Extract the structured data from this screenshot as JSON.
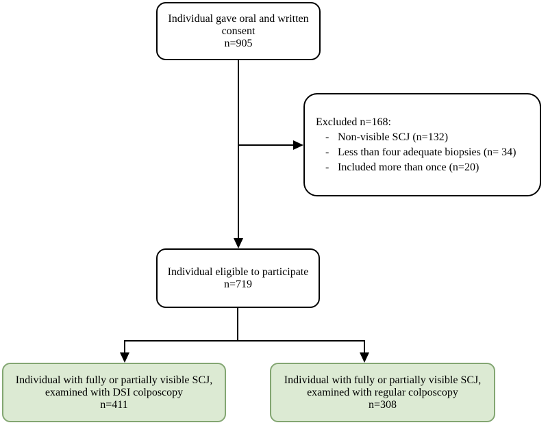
{
  "diagram": {
    "kind": "consort-flowchart",
    "colors": {
      "background": "#ffffff",
      "text": "#000000",
      "connector": "#000000",
      "plain_box_border": "#000000",
      "plain_box_fill": "#ffffff",
      "green_box_border": "#83a672",
      "green_box_fill": "#dcead3"
    }
  },
  "nodes": {
    "consent": {
      "line1": "Individual gave oral and written",
      "line2": "consent",
      "count": "n=905"
    },
    "excluded": {
      "title": "Excluded n=168:",
      "bullet": "-",
      "items": [
        "Non-visible SCJ (n=132)",
        "Less than four adequate biopsies (n= 34)",
        "Included more than once (n=20)"
      ]
    },
    "eligible": {
      "line1": "Individual eligible to participate",
      "count": "n=719"
    },
    "dsi": {
      "line1": "Individual with fully or partially visible SCJ,",
      "line2": "examined with DSI colposcopy",
      "count": "n=411"
    },
    "regular": {
      "line1": "Individual with fully or partially visible SCJ,",
      "line2": "examined with regular colposcopy",
      "count": "n=308"
    }
  }
}
